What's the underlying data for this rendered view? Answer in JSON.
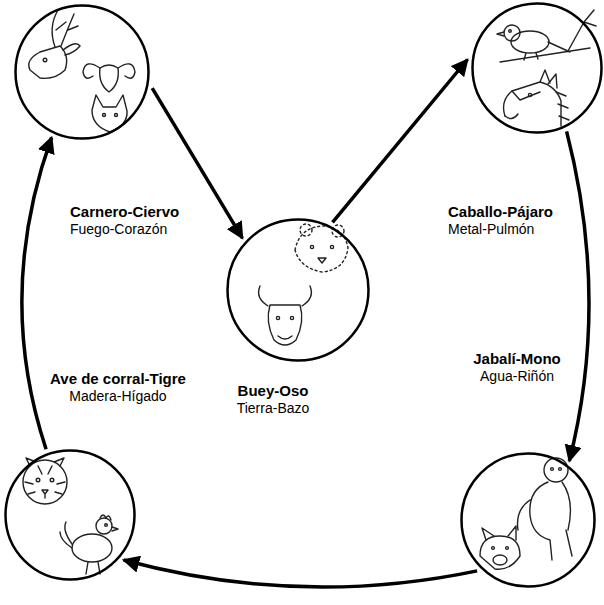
{
  "diagram": {
    "nodes": [
      {
        "text": [
          "Carnero-Ciervo",
          "Fuego-Corazón"
        ]
      },
      {
        "text": [
          "Caballo-Pájaro",
          "Metal-Pulmón"
        ]
      },
      {
        "text": [
          "Buey-Oso",
          "Tierra-Bazo"
        ]
      },
      {
        "text": [
          "Jabalí-Mono",
          "Agua-Riñón"
        ]
      },
      {
        "text": [
          "Ave de corral-Tigre",
          "Madera-Hígado"
        ]
      }
    ],
    "edges": [
      {
        "from": 0,
        "to": 2,
        "arrow": "to"
      },
      {
        "from": 2,
        "to": 1,
        "arrow": "to"
      },
      {
        "from": 1,
        "to": 3,
        "arrow": "to"
      },
      {
        "from": 3,
        "to": 4,
        "arrow": "to"
      },
      {
        "from": 4,
        "to": 0,
        "arrow": "to"
      }
    ]
  }
}
